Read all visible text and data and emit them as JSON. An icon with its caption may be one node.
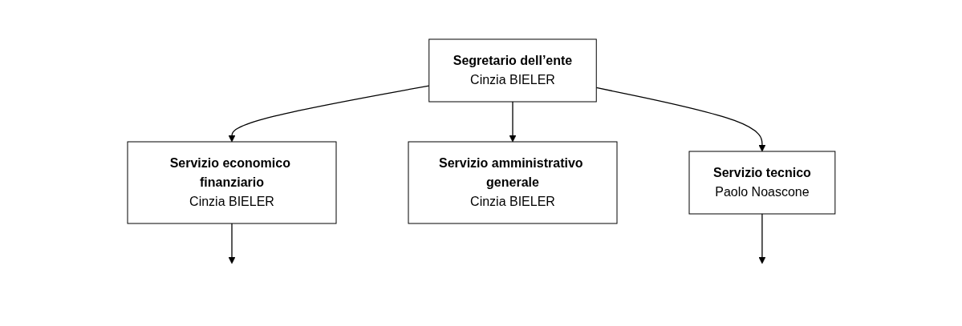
{
  "diagram": {
    "nodes": [
      {
        "text": [
          "Segretario dell’ente",
          "Cinzia BIELER"
        ]
      },
      {
        "text": [
          "Servizio economico finanziario",
          "Cinzia BIELER"
        ]
      },
      {
        "text": [
          "Servizio amministrativo generale",
          "Cinzia BIELER"
        ]
      },
      {
        "text": [
          "Servizio tecnico",
          "Paolo Noascone"
        ]
      }
    ],
    "edges": [
      {
        "from": 0,
        "to": 1,
        "arrow": "to"
      },
      {
        "from": 0,
        "to": 2,
        "arrow": "to"
      },
      {
        "from": 0,
        "to": 3,
        "arrow": "to"
      },
      {
        "from": 1,
        "to": null,
        "arrow": "to"
      },
      {
        "from": 3,
        "to": null,
        "arrow": "to"
      }
    ]
  }
}
